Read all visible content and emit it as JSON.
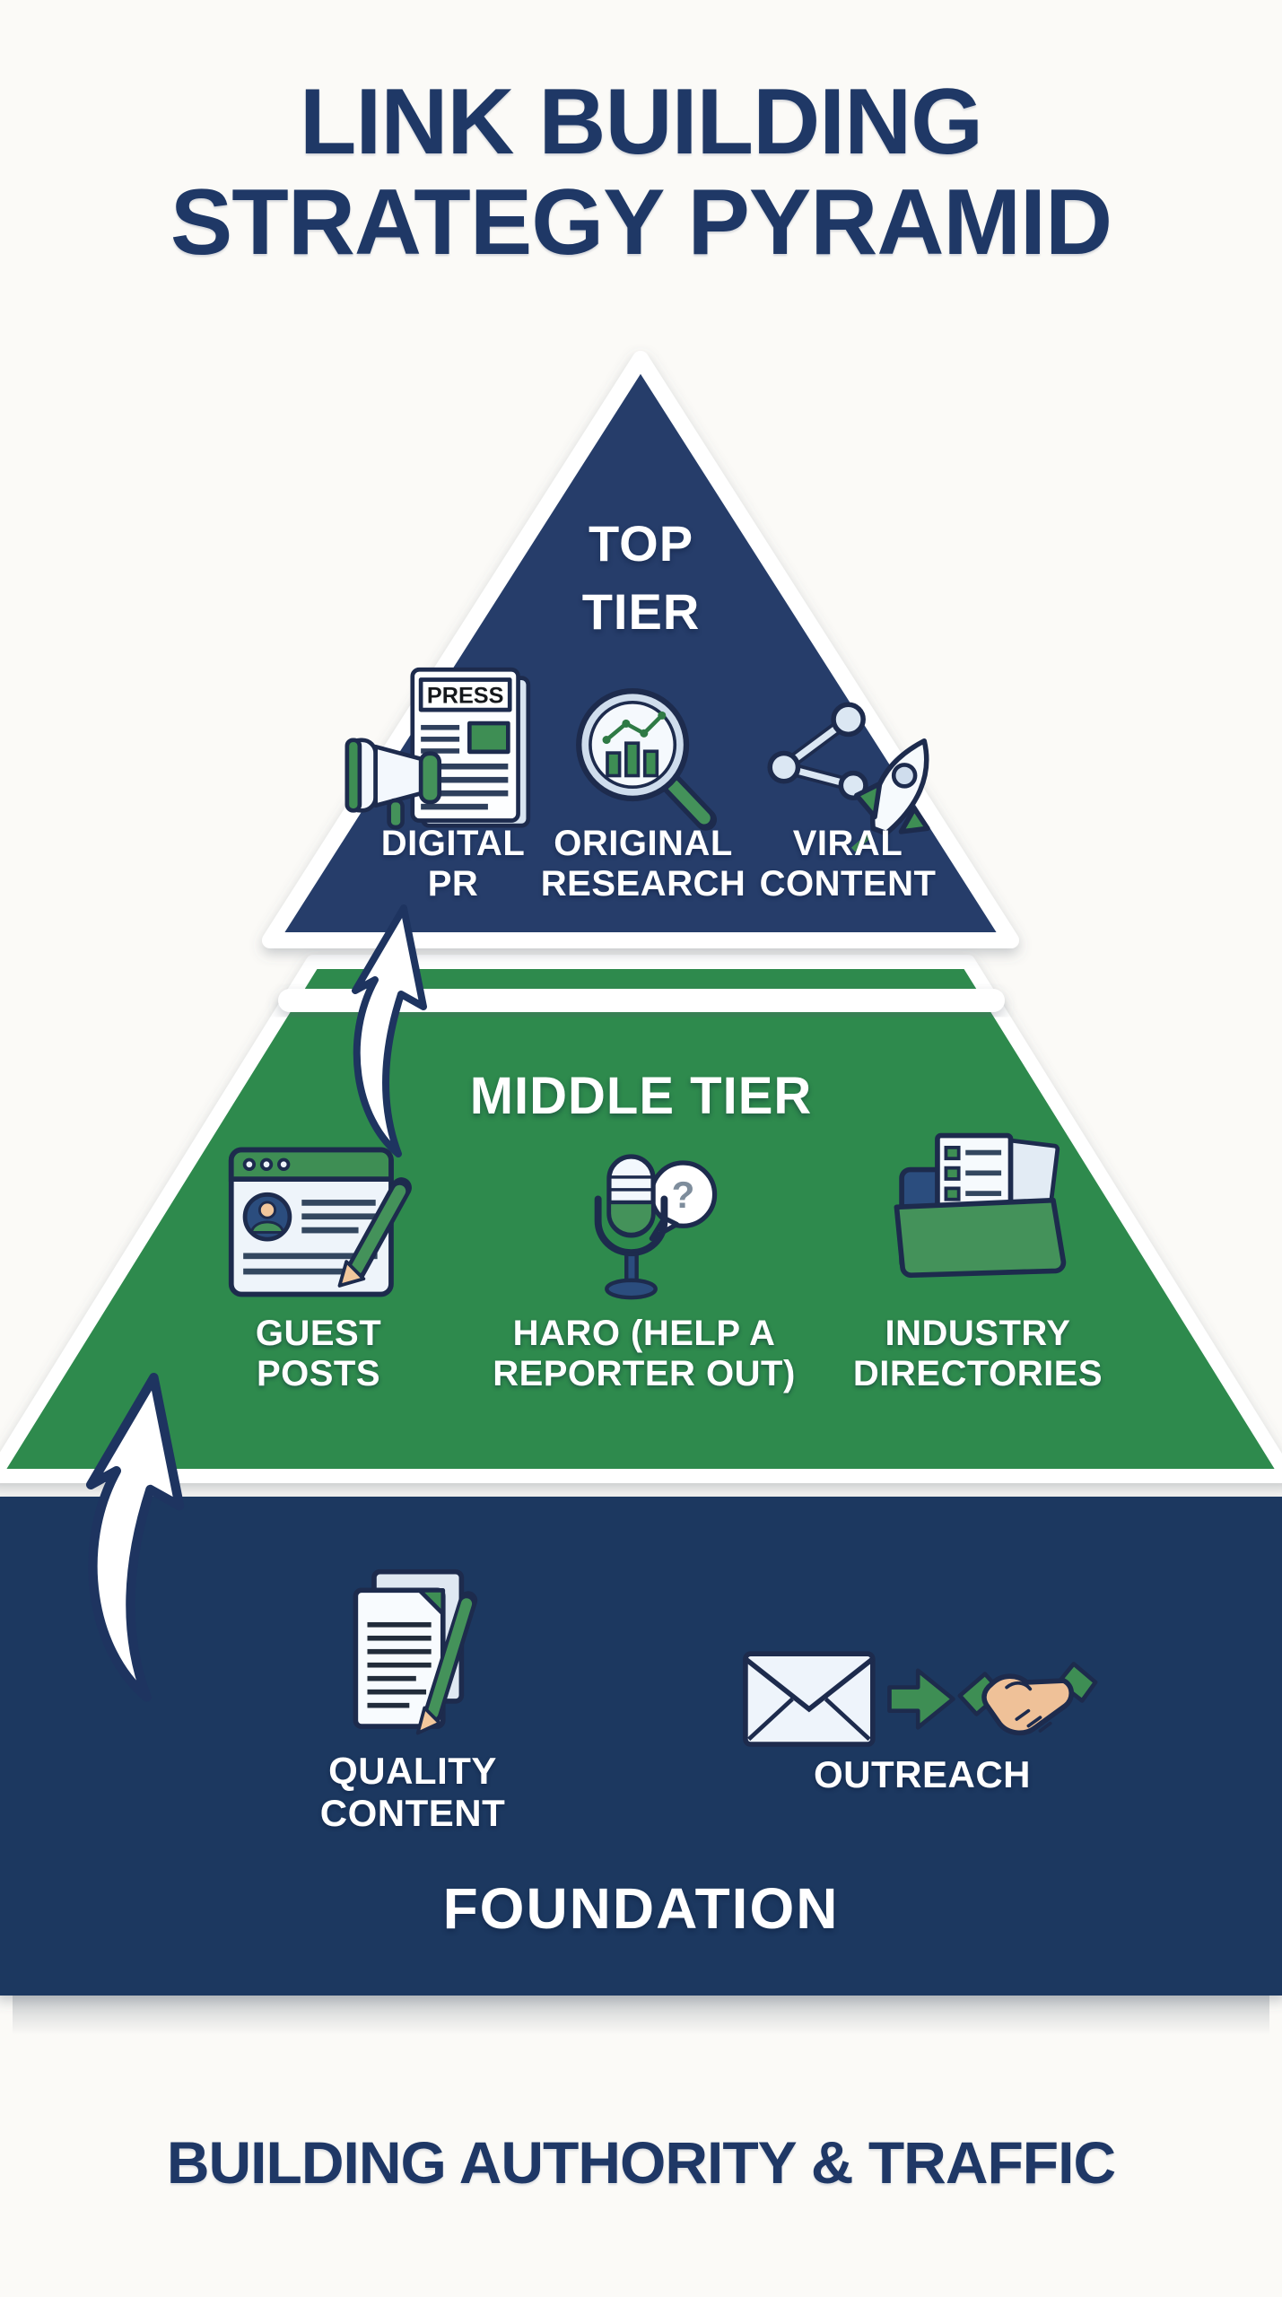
{
  "title": {
    "lines": [
      "LINK BUILDING",
      "STRATEGY PYRAMID"
    ]
  },
  "footer": {
    "text": "BUILDING AUTHORITY & TRAFFIC"
  },
  "icon_text": {
    "press": "PRESS",
    "question": "?"
  },
  "colors": {
    "page_background": "#FBFAF7",
    "navy_triangle": "#253E6A",
    "navy_foundation": "#1F3760",
    "green_tier": "#2E8A4D",
    "title_text_navy": "#1F3866",
    "icon_outline": "#1D2B4D",
    "icon_green": "#3E8E54",
    "label_text": "#FFFFFF"
  },
  "tiers": [
    {
      "name": "top",
      "label_lines": [
        "TOP",
        "TIER"
      ],
      "items": [
        {
          "id": "digital-pr",
          "label_lines": [
            "DIGITAL",
            "PR"
          ]
        },
        {
          "id": "original-research",
          "label_lines": [
            "ORIGINAL",
            "RESEARCH"
          ]
        },
        {
          "id": "viral-content",
          "label_lines": [
            "VIRAL",
            "CONTENT"
          ]
        }
      ]
    },
    {
      "name": "middle",
      "label_lines": [
        "MIDDLE TIER"
      ],
      "items": [
        {
          "id": "guest-posts",
          "label_lines": [
            "GUEST",
            "POSTS"
          ]
        },
        {
          "id": "haro",
          "label_lines": [
            "HARO (HELP A",
            "REPORTER OUT)"
          ]
        },
        {
          "id": "industry-directories",
          "label_lines": [
            "INDUSTRY",
            "DIRECTORIES"
          ]
        }
      ]
    },
    {
      "name": "foundation",
      "label_lines": [
        "FOUNDATION"
      ],
      "items": [
        {
          "id": "quality-content",
          "label_lines": [
            "QUALITY",
            "CONTENT"
          ]
        },
        {
          "id": "outreach",
          "label_lines": [
            "OUTREACH"
          ]
        }
      ]
    }
  ]
}
